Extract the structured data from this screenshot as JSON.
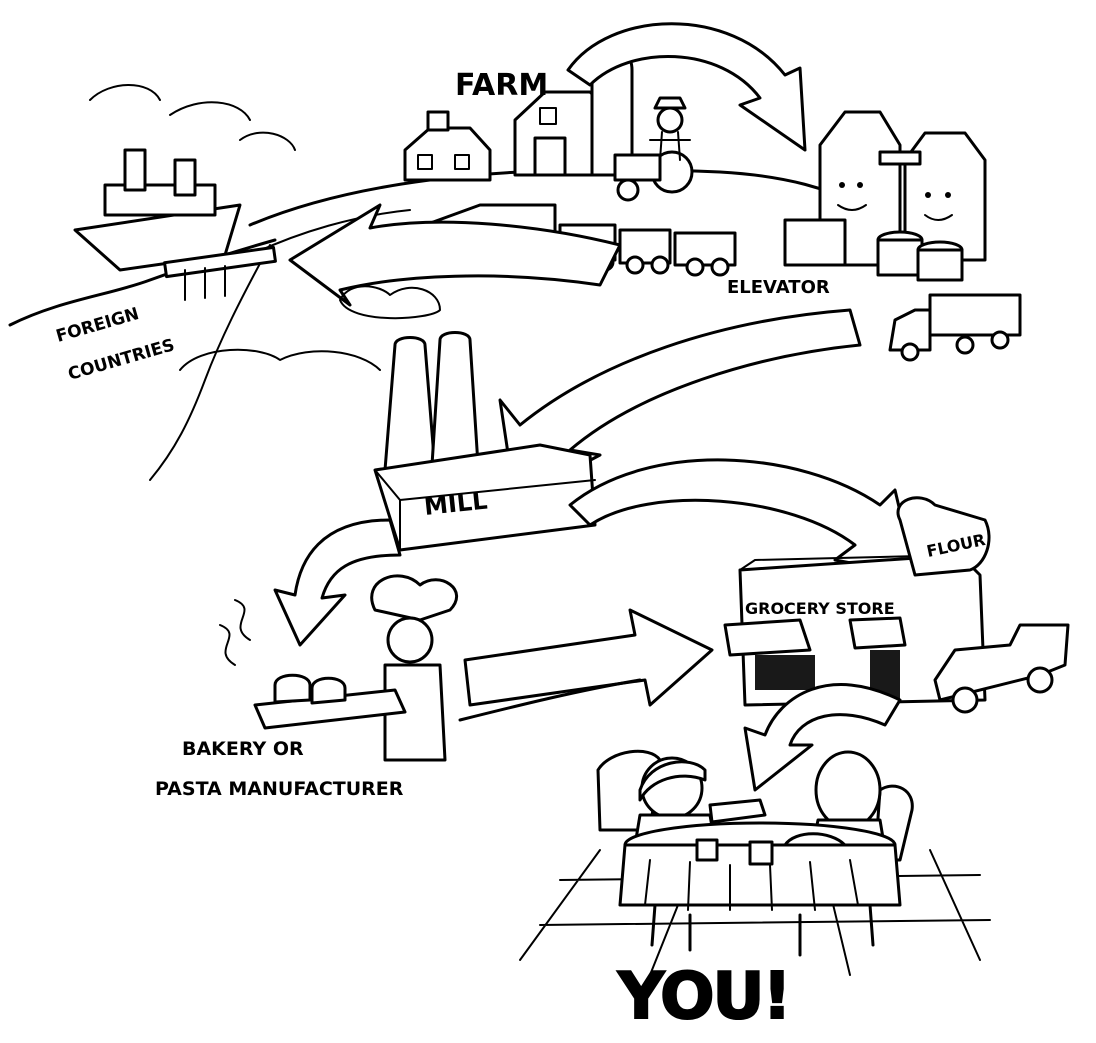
{
  "labels": {
    "farm": "FARM",
    "elevator": "ELEVATOR",
    "foreign_line1": "FOREIGN",
    "foreign_line2": "COUNTRIES",
    "mill": "MILL",
    "flour": "FLOUR",
    "grocery": "GROCERY STORE",
    "bakery_line1": "BAKERY OR",
    "bakery_line2": "PASTA MANUFACTURER",
    "you": "YOU!"
  }
}
